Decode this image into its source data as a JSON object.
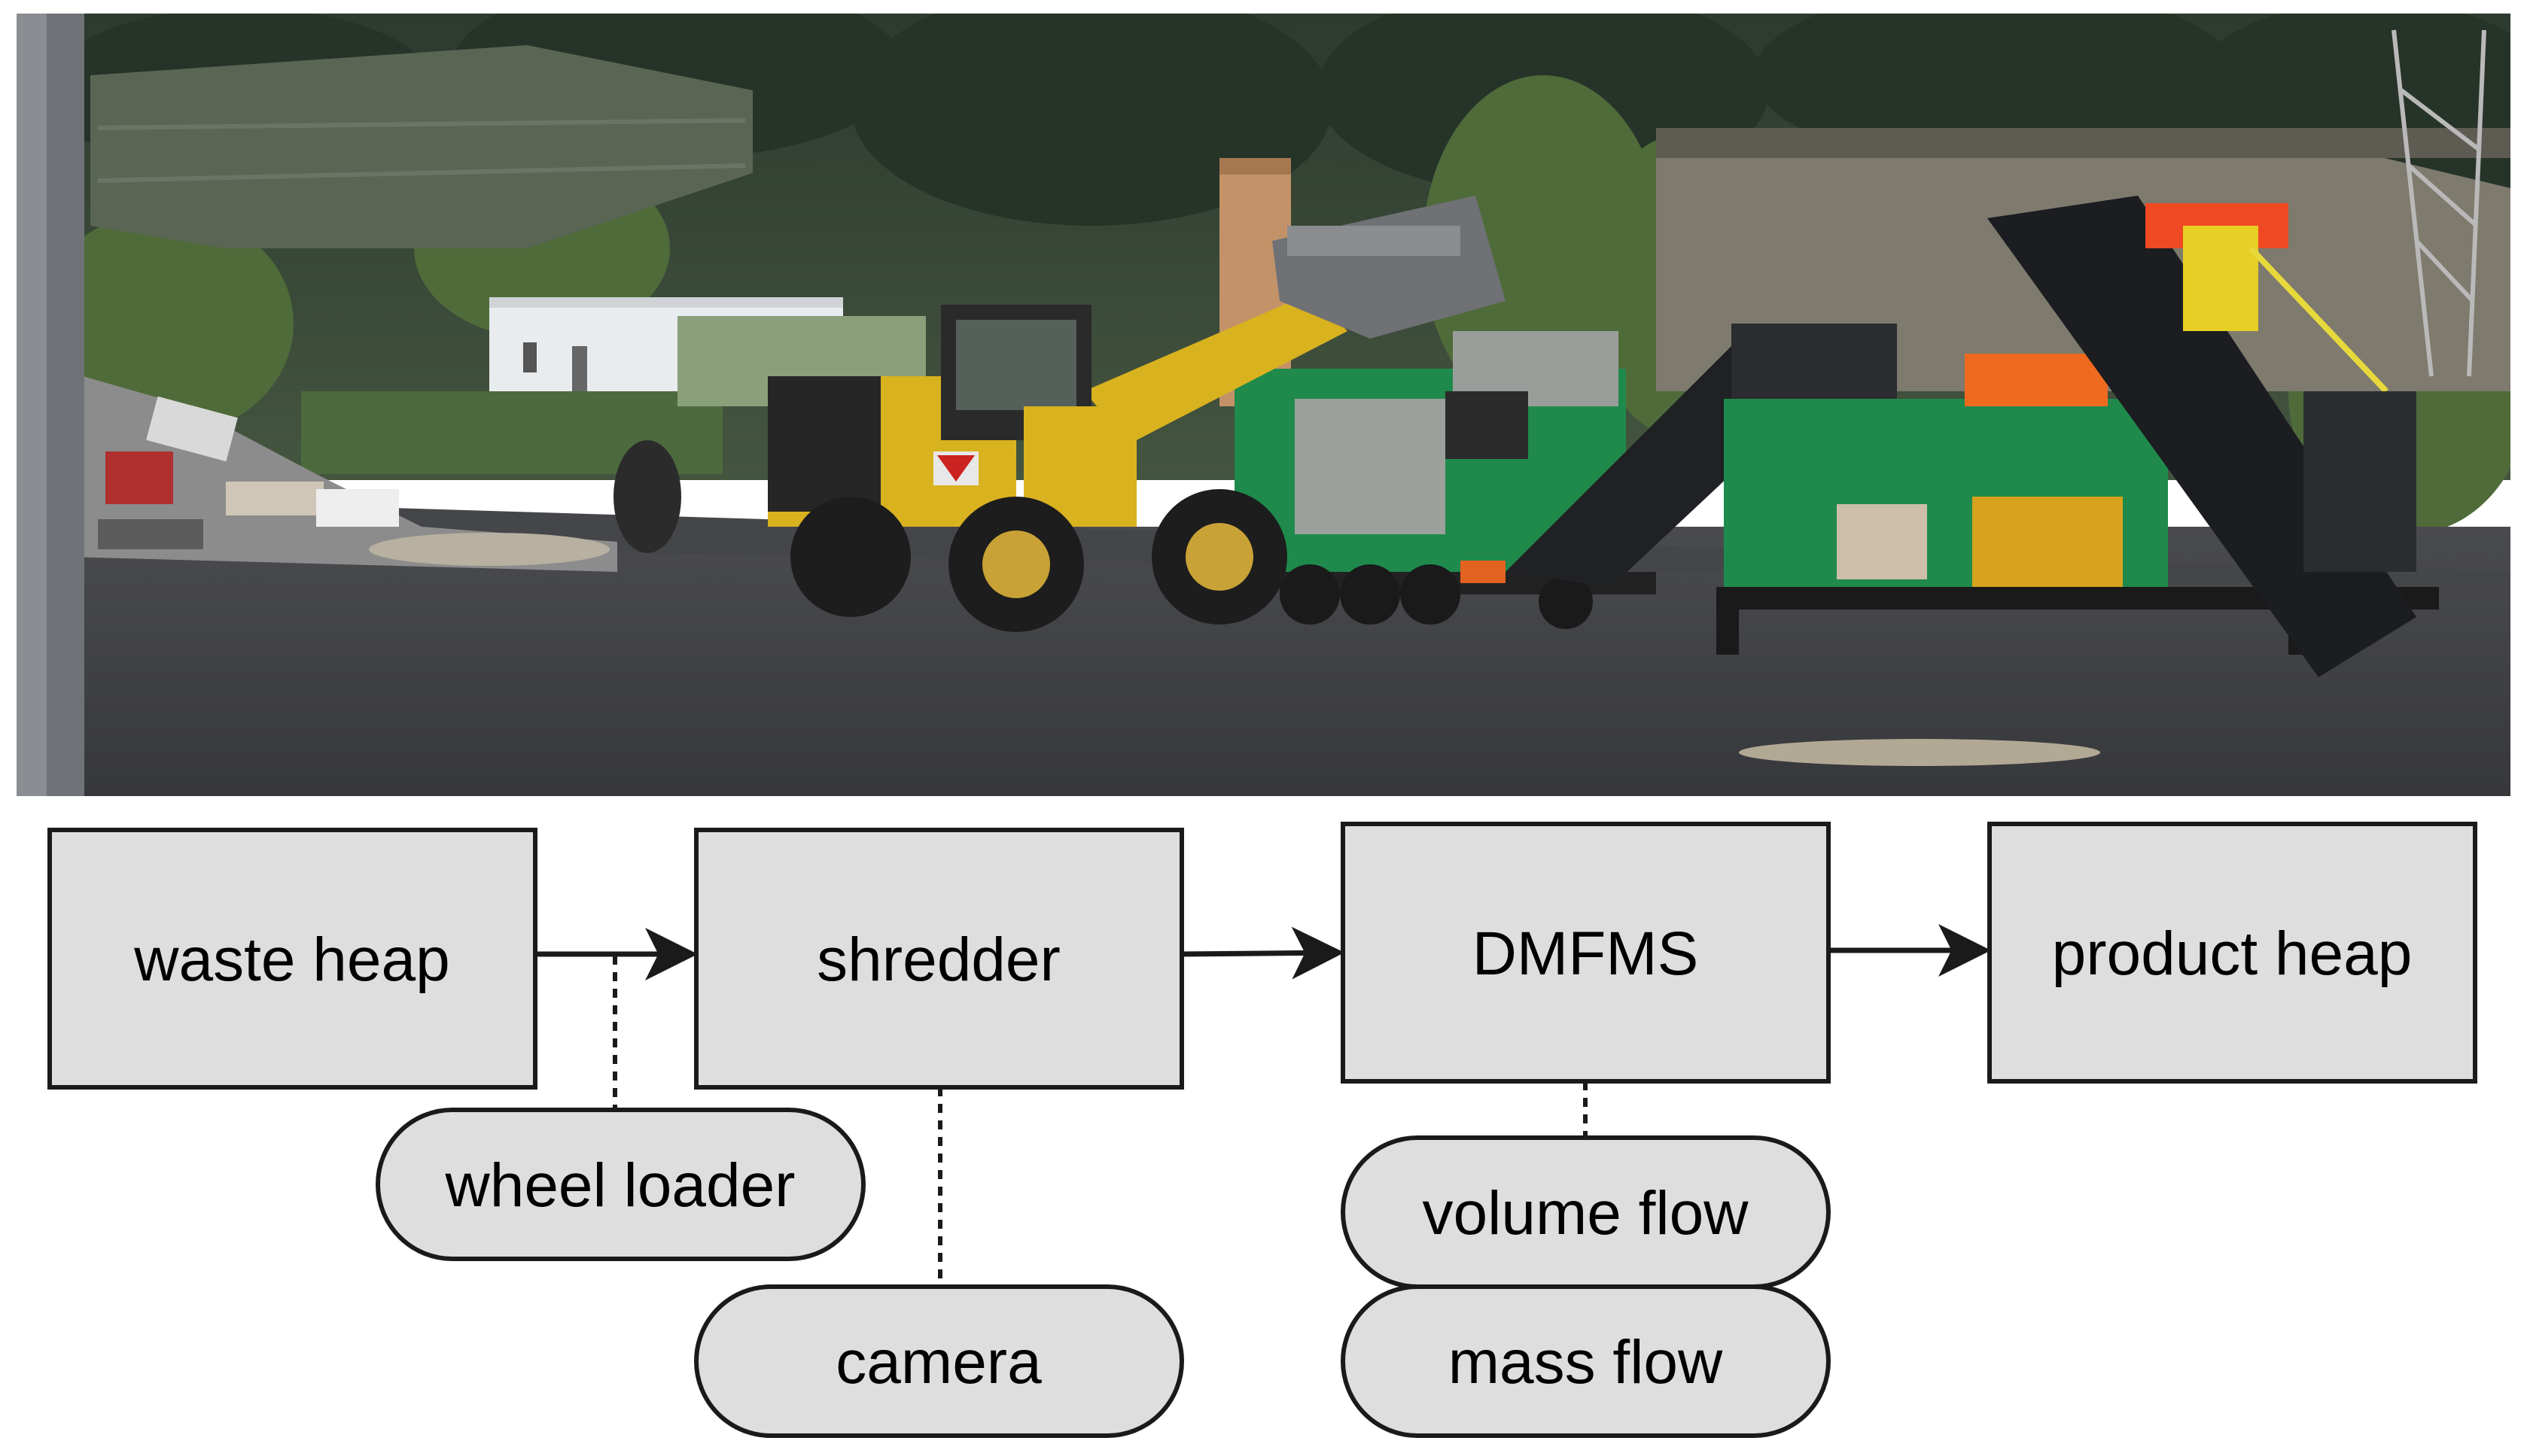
{
  "photo": {
    "scene": "waste-shredding-site",
    "colors": {
      "sky_forest": "#34453a",
      "hill": "#4d5a4a",
      "asphalt": "#3d3e42",
      "loader_yellow": "#d9b21f",
      "machine_green": "#1f8a4c",
      "tarp_orange": "#ef6a1e",
      "conveyor_black": "#1f2124",
      "silo": "#c49268",
      "building_white": "#e9ecef"
    }
  },
  "diagram": {
    "colors": {
      "box_fill": "#dedede",
      "stroke": "#1a1a1a"
    },
    "process_steps": [
      {
        "id": "waste_heap",
        "label": "waste heap"
      },
      {
        "id": "shredder",
        "label": "shredder"
      },
      {
        "id": "dmfms",
        "label": "DMFMS"
      },
      {
        "id": "product_heap",
        "label": "product heap"
      }
    ],
    "sensors": [
      {
        "id": "wheel_loader",
        "label": "wheel loader",
        "attached_to": "arrow waste heap → shredder"
      },
      {
        "id": "camera",
        "label": "camera",
        "attached_to": "shredder"
      },
      {
        "id": "volume_flow",
        "label": "volume flow",
        "attached_to": "DMFMS"
      },
      {
        "id": "mass_flow",
        "label": "mass flow",
        "attached_to": "DMFMS"
      }
    ]
  }
}
